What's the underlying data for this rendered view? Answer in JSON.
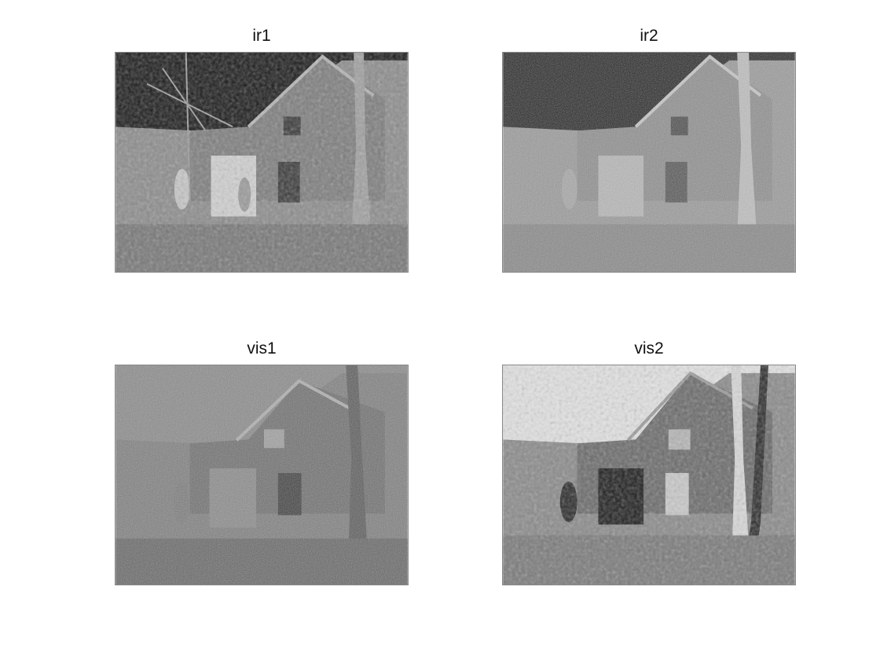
{
  "figure": {
    "panels": [
      {
        "title": "ir1",
        "style": "thermal-dark-sky"
      },
      {
        "title": "ir2",
        "style": "thermal-textured"
      },
      {
        "title": "vis1",
        "style": "visible-mid-gray"
      },
      {
        "title": "vis2",
        "style": "visible-bright-sky"
      }
    ]
  },
  "colors": {
    "background": "#ffffff",
    "title": "#111111",
    "frame": "#8a8a8a"
  }
}
